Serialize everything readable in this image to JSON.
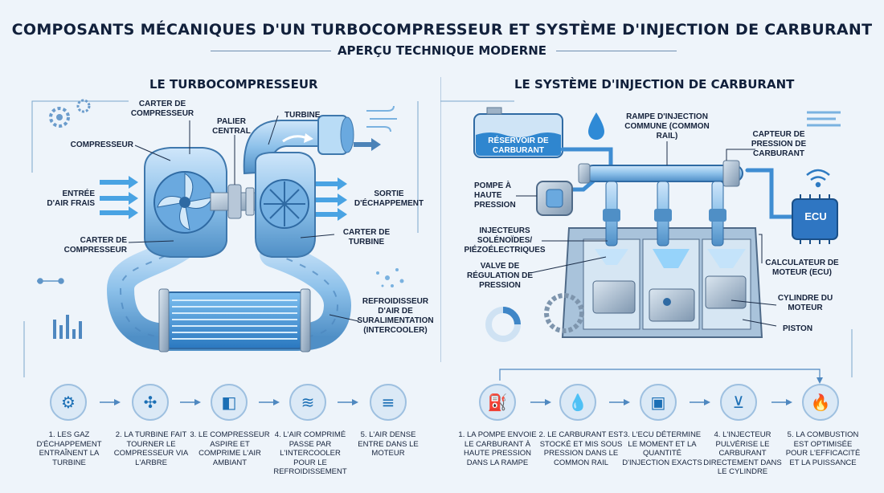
{
  "header": {
    "title": "COMPOSANTS MÉCANIQUES D'UN TURBOCOMPRESSEUR ET SYSTÈME D'INJECTION DE CARBURANT",
    "subtitle": "APERÇU TECHNIQUE MODERNE"
  },
  "turbo": {
    "section_title": "LE TURBOCOMPRESSEUR",
    "labels": {
      "carter_compresseur_top": "CARTER DE COMPRESSEUR",
      "palier_central": "PALIER CENTRAL",
      "turbine": "TURBINE",
      "compresseur": "COMPRESSEUR",
      "entree_air": "ENTRÉE D'AIR FRAIS",
      "sortie_echappement": "SORTIE D'ÉCHAPPEMENT",
      "carter_compresseur_bottom": "CARTER DE COMPRESSEUR",
      "carter_turbine": "CARTER DE TURBINE",
      "refroidisseur": "REFROIDISSEUR D'AIR DE SURALIMENTATION (INTERCOOLER)"
    },
    "steps": [
      {
        "text": "1. LES GAZ D'ÉCHAPPEMENT ENTRAÎNENT LA TURBINE",
        "icon": "gear-icon",
        "glyph": "⚙"
      },
      {
        "text": "2. LA TURBINE FAIT TOURNER LE COMPRESSEUR VIA L'ARBRE",
        "icon": "fan-icon",
        "glyph": "✣"
      },
      {
        "text": "3. LE COMPRESSEUR ASPIRE ET COMPRIME L'AIR AMBIANT",
        "icon": "compressor-icon",
        "glyph": "◧"
      },
      {
        "text": "4. L'AIR COMPRIMÉ PASSE PAR L'INTERCOOLER POUR LE REFROIDISSEMENT",
        "icon": "airflow-icon",
        "glyph": "≋"
      },
      {
        "text": "5. L'AIR DENSE ENTRE DANS LE MOTEUR",
        "icon": "wind-icon",
        "glyph": "≡"
      }
    ]
  },
  "injection": {
    "section_title": "LE SYSTÈME D'INJECTION DE CARBURANT",
    "labels": {
      "reservoir": "RÉSERVOIR DE CARBURANT",
      "rampe": "RAMPE D'INJECTION COMMUNE (COMMON RAIL)",
      "capteur": "CAPTEUR DE PRESSION DE CARBURANT",
      "pompe": "POMPE À HAUTE PRESSION",
      "ecu": "ECU",
      "injecteurs": "INJECTEURS SOLÉNOÏDES/ PIÉZOÉLECTRIQUES",
      "valve": "VALVE DE RÉGULATION DE PRESSION",
      "calculateur": "CALCULATEUR DE MOTEUR (ECU)",
      "cylindre": "CYLINDRE DU MOTEUR",
      "piston": "PISTON"
    },
    "steps": [
      {
        "text": "1. LA POMPE ENVOIE LE CARBURANT À HAUTE PRESSION DANS LA RAMPE",
        "icon": "fuel-pump-icon",
        "glyph": "⛽"
      },
      {
        "text": "2. LE CARBURANT EST STOCKÉ ET MIS SOUS PRESSION DANS LE COMMON RAIL",
        "icon": "fuel-drop-icon",
        "glyph": "💧"
      },
      {
        "text": "3. L'ECU DÉTERMINE LE MOMENT ET LA QUANTITÉ D'INJECTION EXACTS",
        "icon": "chip-icon",
        "glyph": "▣"
      },
      {
        "text": "4. L'INJECTEUR PULVÉRISE LE CARBURANT DIRECTEMENT DANS LE CYLINDRE",
        "icon": "injector-icon",
        "glyph": "⊻"
      },
      {
        "text": "5. LA COMBUSTION EST OPTIMISÉE POUR L'EFFICACITÉ ET LA PUISSANCE",
        "icon": "flame-icon",
        "glyph": "🔥"
      }
    ]
  },
  "colors": {
    "accent": "#1b6fb5",
    "light_blue": "#8ec3ec",
    "metal": "#9fb3c7",
    "background": "#eef4fa"
  }
}
